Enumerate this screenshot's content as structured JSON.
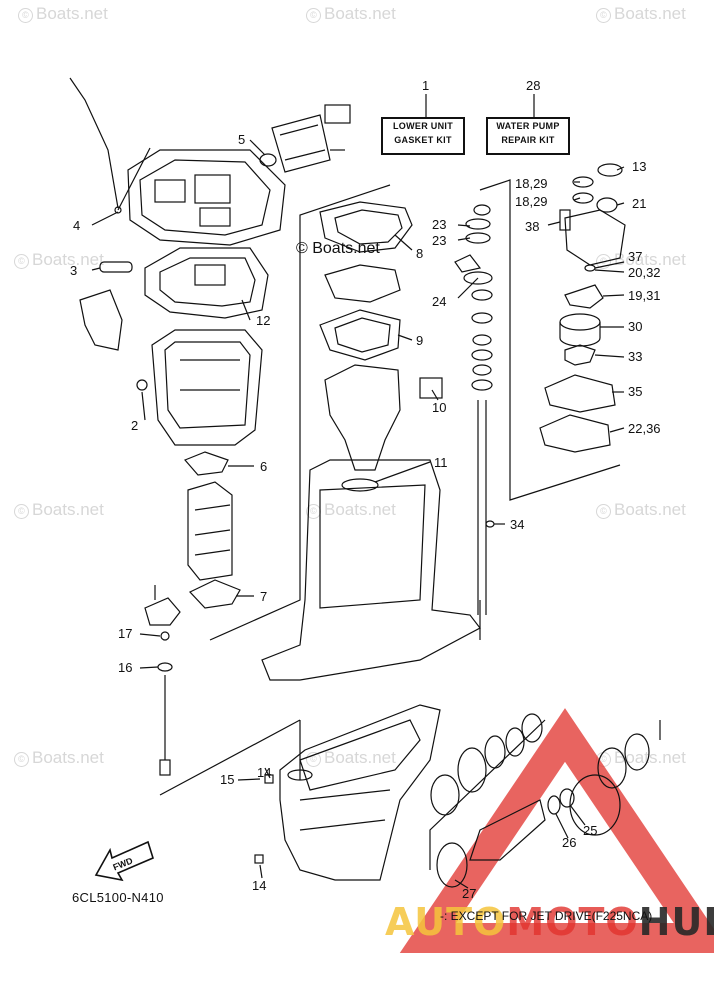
{
  "watermark": {
    "text": "Boats.net",
    "inline_text": "© Boats.net"
  },
  "kits": {
    "lower_unit": {
      "number": "1",
      "lines": [
        "LOWER UNIT",
        "GASKET KIT"
      ]
    },
    "water_pump": {
      "number": "28",
      "lines": [
        "WATER PUMP",
        "REPAIR KIT"
      ]
    }
  },
  "callouts": [
    "2",
    "3",
    "4",
    "5",
    "6",
    "7",
    "8",
    "9",
    "10",
    "11",
    "12",
    "13",
    "14",
    "14",
    "15",
    "16",
    "17",
    "18,29",
    "18,29",
    "19,31",
    "20,32",
    "21",
    "22,36",
    "23",
    "23",
    "24",
    "25",
    "26",
    "27",
    "30",
    "33",
    "34",
    "35",
    "37",
    "38"
  ],
  "fwd_label": "FWD",
  "diagram_code": "6CL5100-N410",
  "footnote": "-: EXCEPT FOR JET DRIVE(F225NCA)",
  "brand_logo": {
    "part1": "AUTO",
    "part2": "MOTO",
    "part3": "HUB"
  },
  "colors": {
    "logo_red": "#e0302b",
    "logo_yellow": "#f5c43c",
    "line": "#111111"
  }
}
